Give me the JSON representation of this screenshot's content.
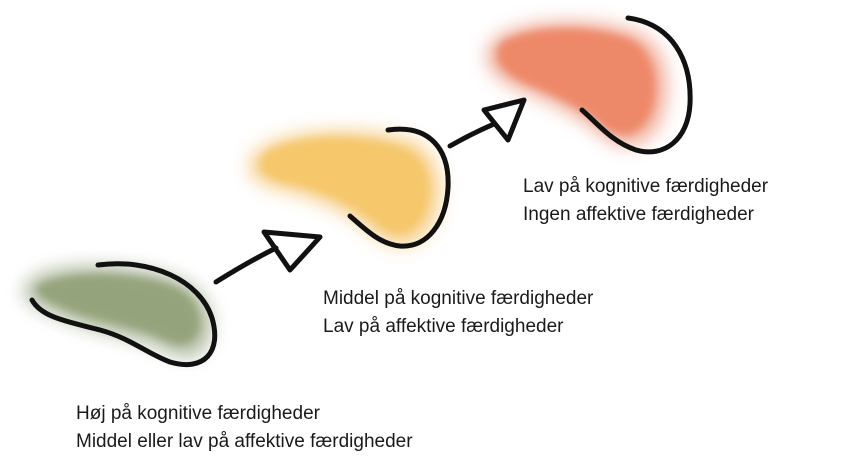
{
  "stages": [
    {
      "id": "high",
      "line1": "Høj på kognitive færdigheder",
      "line2": "Middel eller lav på affektive færdigheder",
      "color": "#7d9160"
    },
    {
      "id": "mid",
      "line1": "Middel på kognitive færdigheder",
      "line2": "Lav på affektive færdigheder",
      "color": "#f2b84a"
    },
    {
      "id": "low",
      "line1": "Lav på kognitive færdigheder",
      "line2": "Ingen affektive færdigheder",
      "color": "#e4744e"
    }
  ],
  "arrow_icon": "arrow-right-up-icon"
}
